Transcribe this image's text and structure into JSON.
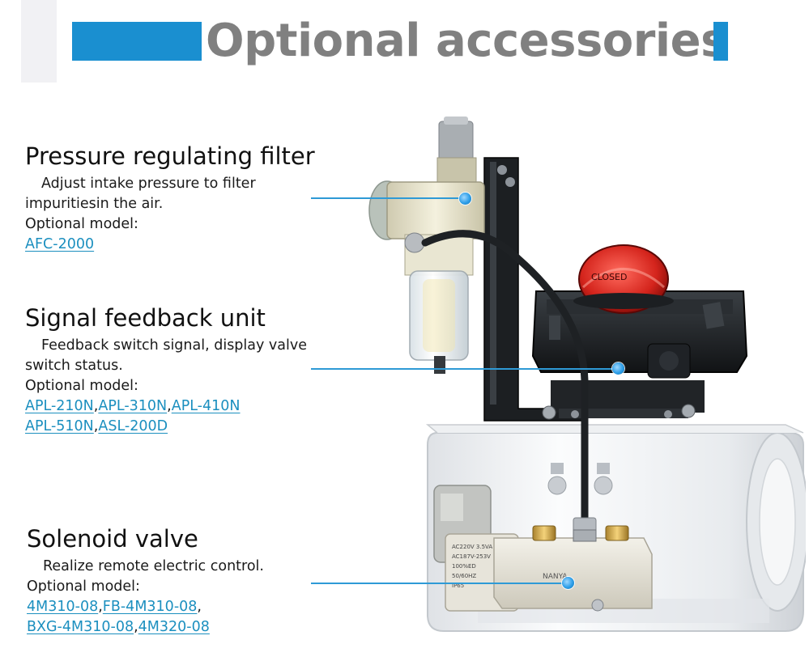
{
  "header": {
    "title": "Optional accessories",
    "accent_color": "#1a8fd0",
    "title_color": "#808080"
  },
  "sections": {
    "filter": {
      "title": "Pressure regulating filter",
      "description": "Adjust intake pressure to filter impuritiesin the air.",
      "model_label": "Optional model:",
      "models": [
        "AFC-2000"
      ]
    },
    "signal": {
      "title": "Signal feedback unit",
      "description": "Feedback switch signal, display valve switch status.",
      "model_label": "Optional model:",
      "models": [
        "APL-210N",
        "APL-310N",
        "APL-410N",
        "APL-510N",
        "ASL-200D"
      ]
    },
    "solenoid": {
      "title": "Solenoid valve",
      "description": "Realize remote electric control.",
      "model_label": "Optional model:",
      "models": [
        "4M310-08",
        "FB-4M310-08",
        "BXG-4M310-08",
        "4M320-08"
      ]
    }
  },
  "product_labels": {
    "indicator_text": "CLOSED",
    "valve_brand": "NANYA",
    "coil_text": [
      "AC220V 3.5VA",
      "AC187V-253V",
      "100%ED",
      "50/60HZ",
      "IP65"
    ]
  },
  "link_color": "#1b8fbf"
}
